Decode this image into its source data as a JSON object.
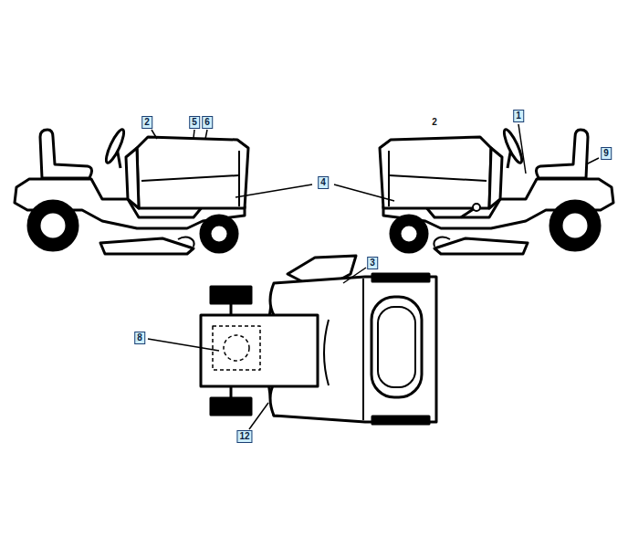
{
  "diagram": {
    "labels": [
      "2",
      "5",
      "6",
      "1",
      "2",
      "4",
      "9",
      "3",
      "8",
      "12"
    ]
  }
}
